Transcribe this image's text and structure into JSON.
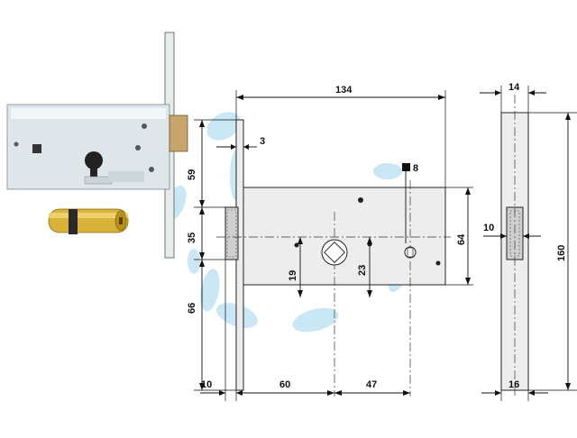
{
  "dimensions": {
    "front_width": "134",
    "faceplate_thickness": "3",
    "top_to_axis": "59",
    "follower_height": "35",
    "axis_to_bottom": "66",
    "backset_offset": "10",
    "backset": "60",
    "follower_to_key": "47",
    "body_height": "64",
    "keyhole_offset": "19",
    "key_offset": "23",
    "square_spindle": "8",
    "side_faceplate_width": "14",
    "side_height": "160",
    "side_follower_width": "10",
    "side_bottom_width": "16"
  },
  "colors": {
    "watermark": "#9fd3ef",
    "photo_brass": "#d9b23a",
    "photo_steel": "#dfe6ea"
  }
}
